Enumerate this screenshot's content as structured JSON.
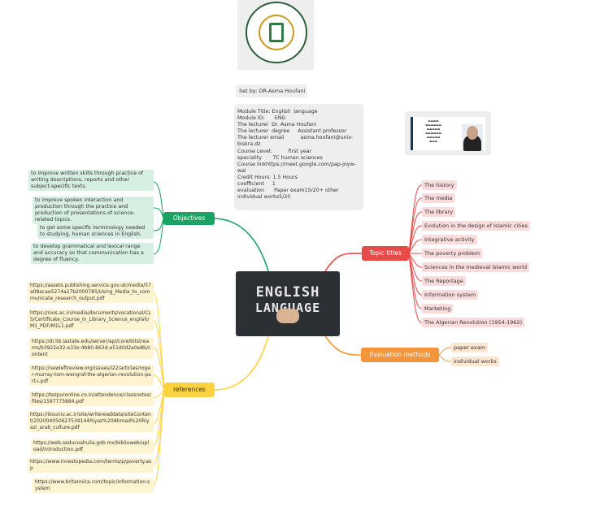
{
  "colors": {
    "objectives": "#1aa362",
    "references": "#ffd23f",
    "topic_titles": "#e84a4a",
    "evaluation": "#f4953b"
  },
  "header": {
    "set_by": "Set by: DR-Asma Houfani"
  },
  "module_info": {
    "lines": [
      "Module Title: English  language",
      "Module ID:      ENG",
      "The lecturer  Dr. Asma Houfani",
      "The lecturer  degree     Assistant professor",
      "The lecturer email          asma.houfani@univ-biskra.dz",
      "Course Level:          first year",
      "speciality       TC human sciences",
      "Course linkhttps://meet.google.com/pap-joyw-wai",
      "Credit Hours: 1.5 Hours",
      "coefficient     1",
      "evaluation      Paper exam15/20+ other individual works5/20"
    ]
  },
  "central": {
    "line1": "ENGLISH",
    "line2": "LANGUAGE"
  },
  "objectives": {
    "label": "Objectives",
    "items": [
      "to improve written skills through practice of writing descriptions, reports and other subject-specific texts.",
      "to improve spoken interaction and production through the practice and production of presentations of science-related topics.",
      "to get some specific terminology needed to studying, human sciences in English.",
      "to develop grammatical and lexical range and accuracy so that communication has a degree of fluency."
    ]
  },
  "references": {
    "label": "references",
    "items": [
      "https://assets.publishing.service.gov.uk/media/57a08acae5274a27b2000785/Using_Media_to_communicate_research_output.pdf",
      "https://nios.ac.in/media/documents/vocational/CLS/Certificate_Course_in_Library_Science_english/M1_PDF/M1L1.pdf",
      "https://dr.lib.iastate.edu/server/api/core/bitstreams/b3922e32-e33e-4b80-863d-e51d0d2a0e8b/content",
      "https://newleftreview.org/issues/i22/articles/roger-murray-tom-wengraf-the-algerian-revolution-part-i.pdf",
      "https://tezpuronline.co.in/attendence/classnotes/files/1597775884.pdf",
      "https://ikouniv.ac.ir/site/writereaddata/siteContent/202004050627539144Riyaz%20Ahmad%20Riyazi_arab_culture.pdf",
      "https://web.seducoahuila.gob.mx/biblioweb/upload/introduction.pdf",
      "https://www.investopedia.com/terms/p/poverty.asp",
      "https://www.britannica.com/topic/information-system"
    ]
  },
  "topic_titles": {
    "label": "Topic titles",
    "items": [
      "The history",
      "The media",
      "The library",
      "Evolution in the design of Islamic cities",
      "Integrative activity",
      "The poverty problem",
      "Sciences in the medieval Islamic world",
      "The Reportage",
      "Information system",
      "Marketing",
      "The Algerian Revolution (1954-1962)"
    ]
  },
  "evaluation": {
    "label": "Evaluation methods",
    "items": [
      "paper exam",
      "individual works"
    ]
  }
}
